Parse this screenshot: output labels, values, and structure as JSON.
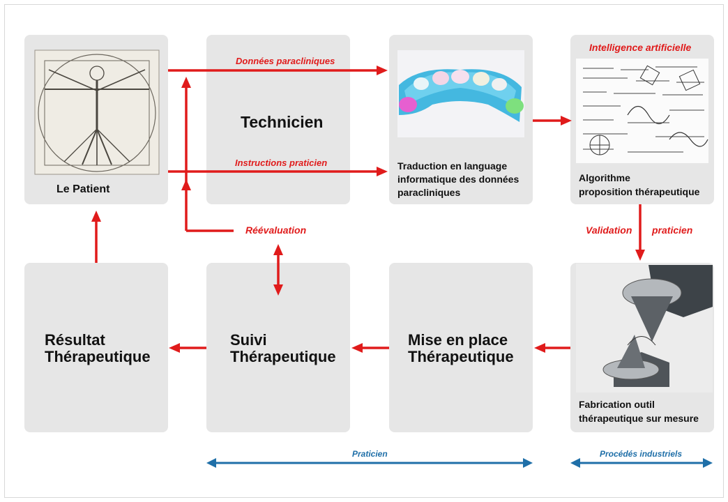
{
  "nodes": {
    "patient": "Le Patient",
    "technicien": "Technicien",
    "traduction": "Traduction en language informatique des données paracliniques",
    "algorithme_line1": "Algorithme",
    "algorithme_line2": "proposition thérapeutique",
    "resultat_line1": "Résultat",
    "resultat_line2": "Thérapeutique",
    "suivi_line1": "Suivi",
    "suivi_line2": "Thérapeutique",
    "mise_line1": "Mise en place",
    "mise_line2": "Thérapeutique",
    "fabrication_line1": "Fabrication outil",
    "fabrication_line2": "thérapeutique sur mesure"
  },
  "edge_labels": {
    "donnees": "Données paracliniques",
    "instructions": "Instructions praticien",
    "ia": "Intelligence artificielle",
    "validation": "Validation",
    "praticien_validation": "praticien",
    "reevaluation": "Réévaluation"
  },
  "ranges": {
    "praticien": "Praticien",
    "procedes": "Procédés industriels"
  },
  "images": {
    "vitruvian": "vitruvian-man-drawing",
    "dental_scan": "dental-arch-3d-scan",
    "equations": "math-equations-collage",
    "robot": "robotic-tool-head"
  },
  "colors": {
    "arrow_red": "#e01b1b",
    "range_blue": "#1f6fa8",
    "box": "#e6e6e6"
  }
}
